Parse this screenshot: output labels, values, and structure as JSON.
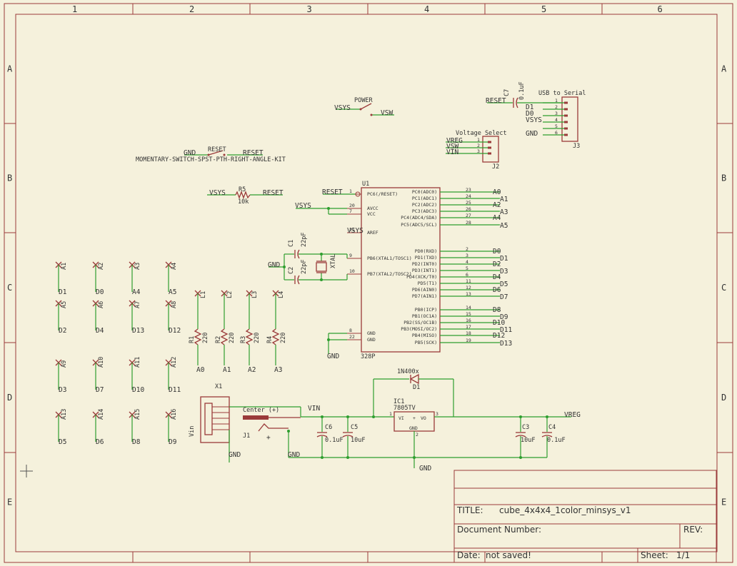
{
  "frame": {
    "columns": [
      "1",
      "2",
      "3",
      "4",
      "5",
      "6"
    ],
    "rows": [
      "A",
      "B",
      "C",
      "D",
      "E"
    ]
  },
  "title_block": {
    "title_label": "TITLE:",
    "title_value": "cube_4x4x4_1color_minsys_v1",
    "doc_label": "Document Number:",
    "rev_label": "REV:",
    "date_label": "Date:",
    "date_value": "not saved!",
    "sheet_label": "Sheet:",
    "sheet_value": "1/1"
  },
  "power_switch": {
    "label": "POWER",
    "in": "VSYS",
    "out": "VSW"
  },
  "reset_switch": {
    "left": "GND",
    "name": "RESET",
    "right": "RESET",
    "value": "MOMENTARY-SWITCH-SPST-PTH-RIGHT-ANGLE-KIT"
  },
  "r5": {
    "name": "R5",
    "value": "10k",
    "left": "VSYS",
    "right": "RESET"
  },
  "c7": {
    "name": "C7",
    "value": "0.1uF",
    "net": "RESET"
  },
  "j3": {
    "title": "USB to Serial",
    "ref": "J3",
    "pins": [
      "1",
      "2",
      "3",
      "4",
      "5",
      "6"
    ],
    "nets": [
      "D1",
      "D0",
      "VSYS",
      "GND"
    ]
  },
  "j2": {
    "title": "Voltage Select",
    "ref": "J2",
    "pins": [
      "1",
      "2",
      "3"
    ],
    "nets": [
      "VREG",
      "VSW",
      "VIN"
    ]
  },
  "u1": {
    "ref": "U1",
    "value": "328P",
    "left_pins": [
      {
        "num": "1",
        "name": "PC6(/RESET)",
        "net": "RESET"
      },
      {
        "num": "20",
        "name": "AVCC",
        "net": "VSYS"
      },
      {
        "num": "7",
        "name": "VCC",
        "net": ""
      },
      {
        "num": "21",
        "name": "AREF",
        "net": "VSYS"
      },
      {
        "num": "9",
        "name": "PB6(XTAL1/TOSC1)",
        "net": ""
      },
      {
        "num": "10",
        "name": "PB7(XTAL2/TOSC2)",
        "net": ""
      },
      {
        "num": "8",
        "name": "GND",
        "net": ""
      },
      {
        "num": "22",
        "name": "GND",
        "net": "GND"
      }
    ],
    "right_pins": [
      {
        "num": "23",
        "name": "PC0(ADC0)",
        "net": "A0"
      },
      {
        "num": "24",
        "name": "PC1(ADC1)",
        "net": "A1"
      },
      {
        "num": "25",
        "name": "PC2(ADC2)",
        "net": "A2"
      },
      {
        "num": "26",
        "name": "PC3(ADC3)",
        "net": "A3"
      },
      {
        "num": "27",
        "name": "PC4(ADC4/SDA)",
        "net": "A4"
      },
      {
        "num": "28",
        "name": "PC5(ADC5/SCL)",
        "net": "A5"
      },
      {
        "num": "2",
        "name": "PD0(RXD)",
        "net": "D0"
      },
      {
        "num": "3",
        "name": "PD1(TXD)",
        "net": "D1"
      },
      {
        "num": "4",
        "name": "PD2(INT0)",
        "net": "D2"
      },
      {
        "num": "5",
        "name": "PD3(INT1)",
        "net": "D3"
      },
      {
        "num": "6",
        "name": "PD4(XCK/T0)",
        "net": "D4"
      },
      {
        "num": "11",
        "name": "PD5(T1)",
        "net": "D5"
      },
      {
        "num": "12",
        "name": "PD6(AIN0)",
        "net": "D6"
      },
      {
        "num": "13",
        "name": "PD7(AIN1)",
        "net": "D7"
      },
      {
        "num": "14",
        "name": "PB0(ICP)",
        "net": "D8"
      },
      {
        "num": "15",
        "name": "PB1(OC1A)",
        "net": "D9"
      },
      {
        "num": "16",
        "name": "PB2(SS/OC1B)",
        "net": "D10"
      },
      {
        "num": "17",
        "name": "PB3(MOSI/OC2)",
        "net": "D11"
      },
      {
        "num": "18",
        "name": "PB4(MISO)",
        "net": "D12"
      },
      {
        "num": "19",
        "name": "PB5(SCK)",
        "net": "D13"
      }
    ]
  },
  "crystal": {
    "c1": "C1",
    "c1_val": "22pF",
    "c2": "C2",
    "c2_val": "22pF",
    "xtal": "XTAL",
    "gnd": "GND"
  },
  "leds": [
    {
      "name": "A1",
      "net": "D1"
    },
    {
      "name": "A2",
      "net": "D0"
    },
    {
      "name": "A3",
      "net": "A4"
    },
    {
      "name": "A4",
      "net": "A5"
    },
    {
      "name": "A5",
      "net": "D2"
    },
    {
      "name": "A6",
      "net": "D4"
    },
    {
      "name": "A7",
      "net": "D13"
    },
    {
      "name": "A8",
      "net": "D12"
    },
    {
      "name": "A9",
      "net": "D3"
    },
    {
      "name": "A10",
      "net": "D7"
    },
    {
      "name": "A11",
      "net": "D10"
    },
    {
      "name": "A12",
      "net": "D11"
    },
    {
      "name": "A13",
      "net": "D5"
    },
    {
      "name": "A14",
      "net": "D6"
    },
    {
      "name": "A15",
      "net": "D8"
    },
    {
      "name": "A16",
      "net": "D9"
    }
  ],
  "layers": [
    {
      "name": "L1",
      "res": "R1",
      "val": "220",
      "net": "A0"
    },
    {
      "name": "L2",
      "res": "R2",
      "val": "220",
      "net": "A1"
    },
    {
      "name": "L3",
      "res": "R3",
      "val": "220",
      "net": "A2"
    },
    {
      "name": "L4",
      "res": "R4",
      "val": "220",
      "net": "A3"
    }
  ],
  "power": {
    "x1": "X1",
    "vin_label": "Vin",
    "center": "Center (+)",
    "j1": "J1",
    "plus": "+",
    "vin": "VIN",
    "gnd": "GND",
    "gnd2": "GND",
    "gnd3": "GND",
    "c6": "C6",
    "c6_val": "0.1uF",
    "c5": "C5",
    "c5_val": "10uF",
    "diode": "D1",
    "diode_val": "1N400x",
    "ic1": "IC1",
    "ic1_val": "7805TV",
    "vi": "VI",
    "vo": "VO",
    "ic_gnd": "GND",
    "p1": "1",
    "p2": "2",
    "p3": "3",
    "c3": "C3",
    "c3_val": "10uF",
    "c4": "C4",
    "c4_val": "0.1uF",
    "vreg": "VREG"
  }
}
